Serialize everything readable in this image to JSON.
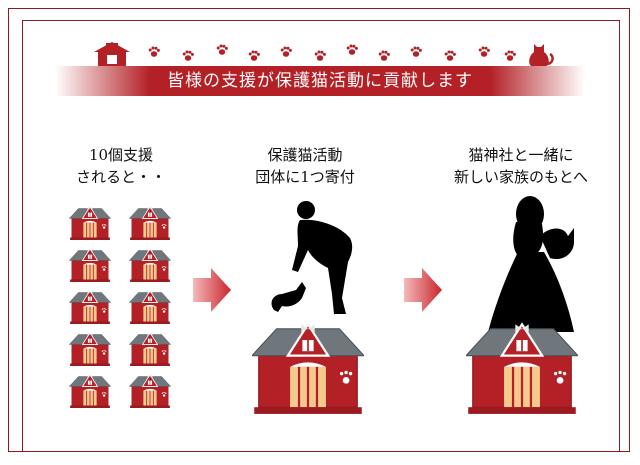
{
  "banner": {
    "text": "皆様の支援が保護猫活動に貢献します"
  },
  "steps": [
    {
      "line1": "10個支援",
      "line2": "されると・・"
    },
    {
      "line1": "保護猫活動",
      "line2": "団体に1つ寄付"
    },
    {
      "line1": "猫神社と一緒に",
      "line2": "新しい家族のもとへ"
    }
  ],
  "colors": {
    "accent": "#b32026",
    "frame": "#8b1a1f",
    "roof": "#6f777d"
  },
  "icons": [
    "house-icon",
    "cat-icon",
    "paw-icon",
    "arrow-right-icon"
  ]
}
